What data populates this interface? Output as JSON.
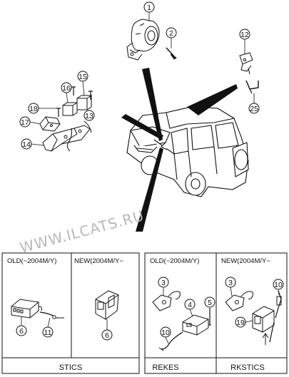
{
  "watermark": "WWW.ILCATS.RU",
  "callouts": {
    "c1": "1",
    "c2": "2",
    "c12": "12",
    "c25": "25",
    "c15": "15",
    "c16": "16",
    "c18": "18",
    "c13": "13",
    "c17": "17",
    "c14": "14"
  },
  "boxes": {
    "left": {
      "old_header": "OLD(~2004M/Y)",
      "new_header": "NEW(2004M/Y~",
      "old_parts": [
        "6",
        "11"
      ],
      "new_parts": [
        "6"
      ],
      "footer": "STICS"
    },
    "right": {
      "old_header": "OLD(~2004M/Y)",
      "new_header": "NEW(2004M/Y~",
      "old_parts": [
        "3",
        "4",
        "5",
        "10"
      ],
      "new_parts": [
        "3",
        "10",
        "19"
      ],
      "footer_left": "REKES",
      "footer_right": "RKSTICS"
    }
  }
}
